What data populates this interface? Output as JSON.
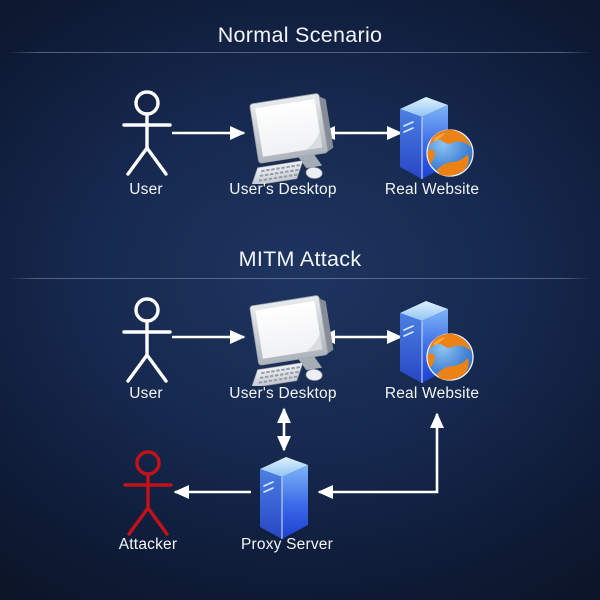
{
  "diagram": {
    "sections": [
      {
        "title": "Normal Scenario",
        "nodes": [
          {
            "label": "User",
            "icon": "person-icon"
          },
          {
            "label": "User's Desktop",
            "icon": "desktop-computer-icon"
          },
          {
            "label": "Real Website",
            "icon": "server-globe-icon"
          }
        ],
        "connections": [
          {
            "from": "User",
            "to": "User's Desktop",
            "direction": "one-way"
          },
          {
            "from": "User's Desktop",
            "to": "Real Website",
            "direction": "two-way"
          }
        ]
      },
      {
        "title": "MITM Attack",
        "nodes": [
          {
            "label": "User",
            "icon": "person-icon"
          },
          {
            "label": "User's Desktop",
            "icon": "desktop-computer-icon"
          },
          {
            "label": "Real Website",
            "icon": "server-globe-icon"
          },
          {
            "label": "Attacker",
            "icon": "person-icon-red"
          },
          {
            "label": "Proxy Server",
            "icon": "server-icon"
          }
        ],
        "connections": [
          {
            "from": "User",
            "to": "User's Desktop",
            "direction": "one-way"
          },
          {
            "from": "User's Desktop",
            "to": "Real Website",
            "direction": "two-way"
          },
          {
            "from": "User's Desktop",
            "to": "Proxy Server",
            "direction": "two-way"
          },
          {
            "from": "Proxy Server",
            "to": "Real Website",
            "direction": "two-way"
          },
          {
            "from": "Proxy Server",
            "to": "Attacker",
            "direction": "one-way"
          }
        ]
      }
    ],
    "colors": {
      "background_center": "#1e3560",
      "background_edge": "#0b1222",
      "divider": "#8495b2",
      "text": "#f3f5f9",
      "arrow": "#ffffff",
      "user_figure": "#ffffff",
      "attacker_figure": "#c2121a",
      "server_blue": "#2d5ae0",
      "globe_ocean": "#4586d8",
      "globe_land": "#ec8214"
    }
  }
}
